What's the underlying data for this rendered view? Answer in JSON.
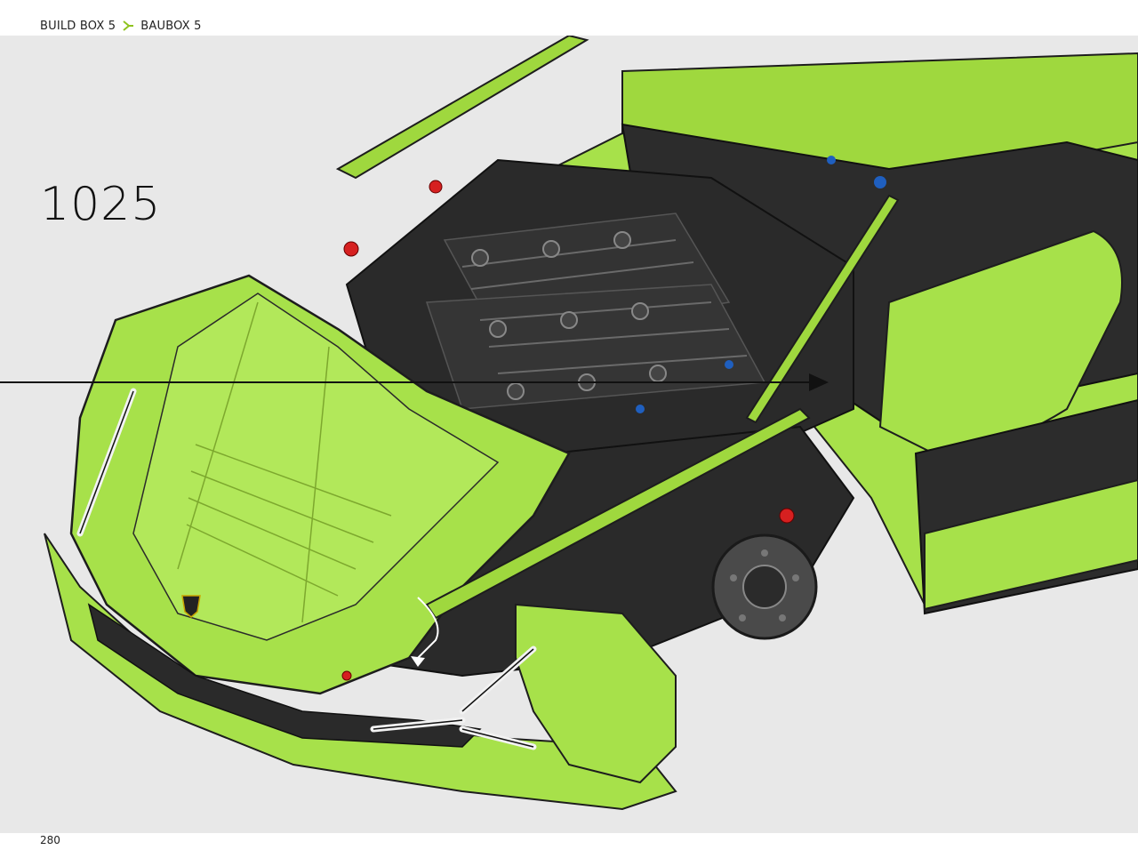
{
  "header": {
    "box_en": "BUILD BOX 5",
    "box_de": "BAUBOX 5",
    "separator_icon": "chevron-right-icon",
    "accent_color": "#8fc31f"
  },
  "step": {
    "number": "1025"
  },
  "page": {
    "number": "280"
  },
  "illustration": {
    "subject": "lime-green-car-front",
    "body_color": "#a7e14a",
    "frame_color": "#2a2a2a",
    "background_color": "#e8e8e8",
    "arrow_icon": "arrow-right-icon"
  }
}
